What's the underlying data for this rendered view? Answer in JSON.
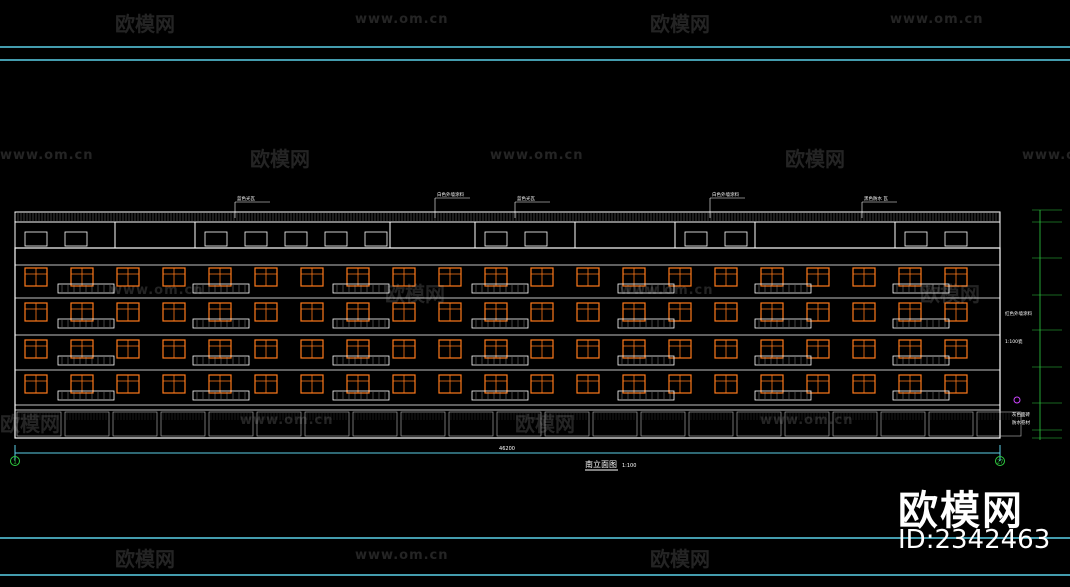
{
  "watermark": {
    "brand_cn": "欧模网",
    "url": "www.om.cn"
  },
  "brand_block": {
    "name": "欧模网",
    "id_label": "ID:2342463"
  },
  "drawing": {
    "title": "南立面图",
    "scale": "1:100",
    "overall_dimension": "46200",
    "axis_left": "1",
    "axis_right": "27",
    "roof_labels": [
      "蓝色光瓦",
      "白色外墙涂料",
      "蓝色光瓦",
      "白色外墙涂料",
      "黑色防水  瓦"
    ],
    "side_notes": [
      "红色外墙涂料",
      "1:100瓷"
    ],
    "base_note": "灰色面砖",
    "base_note2": "防水卷材",
    "colors": {
      "lines": "#ffffff",
      "windows": "#ff7a1a",
      "frame": "#5bd0e8",
      "levels": "#2ecc40",
      "marker": "#cc44ff"
    }
  }
}
